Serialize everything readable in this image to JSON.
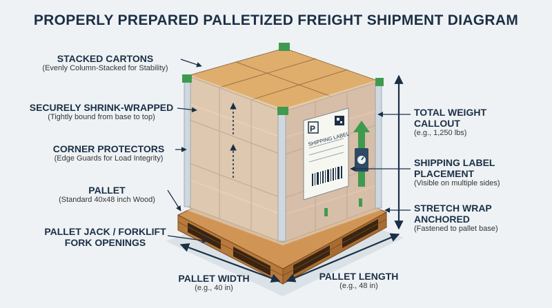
{
  "title": "PROPERLY PREPARED PALLETIZED FREIGHT SHIPMENT DIAGRAM",
  "callouts": {
    "stacked_cartons": {
      "heading": "STACKED CARTONS",
      "sub": "(Evenly Column-Stacked for Stability)"
    },
    "shrink_wrapped": {
      "heading": "SECURELY SHRINK-WRAPPED",
      "sub": "(Tightly bound from base to top)"
    },
    "corner_protectors": {
      "heading": "CORNER PROTECTORS",
      "sub": "(Edge Guards for Load Integrity)"
    },
    "pallet": {
      "heading": "PALLET",
      "sub": "(Standard 40x48 inch Wood)"
    },
    "fork_openings": {
      "heading_line1": "PALLET JACK / FORKLIFT",
      "heading_line2": "FORK OPENINGS"
    },
    "total_weight": {
      "heading_line1": "TOTAL WEIGHT",
      "heading_line2": "CALLOUT",
      "sub": "(e.g., 1,250 lbs)"
    },
    "shipping_label": {
      "heading_line1": "SHIPPING LABEL",
      "heading_line2": "PLACEMENT",
      "sub": "(Visible on multiple sides)"
    },
    "stretch_wrap": {
      "heading_line1": "STRETCH WRAP",
      "heading_line2": "ANCHORED",
      "sub": "(Fastened to pallet base)"
    },
    "pallet_width": {
      "heading": "PALLET WIDTH",
      "sub": "(e.g., 40 in)"
    },
    "pallet_length": {
      "heading": "PALLET LENGTH",
      "sub": "(e.g., 48 in)"
    }
  },
  "label": {
    "letter": "P",
    "text": "SHIPPING LABEL"
  },
  "colors": {
    "navy": "#1b2f45",
    "carton": "#d7aa78",
    "carton_dark": "#b98556",
    "wood": "#c98a4a",
    "wood_dark": "#9a6232",
    "corner_green": "#3f9a4f",
    "wrap": "#dfe7ee"
  },
  "icons": [
    "weight-gauge-icon",
    "up-arrow-icon",
    "qr-code-icon",
    "barcode-icon"
  ]
}
